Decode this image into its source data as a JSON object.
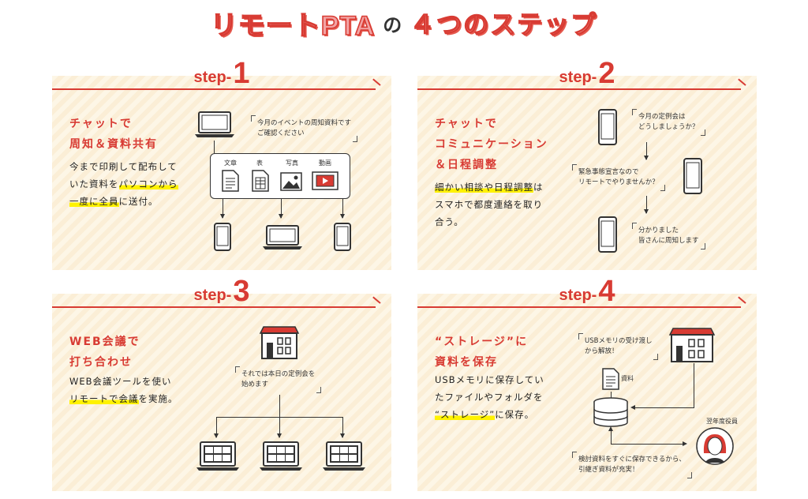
{
  "title": {
    "brand": "リモートPTA",
    "particle": "の",
    "rest": "４つのステップ"
  },
  "steps": [
    {
      "word": "step-",
      "num": "1",
      "heading": "チャットで\n周知＆資料共有",
      "body": [
        "今まで印刷して配布して",
        "いた資料を",
        "パソコンから",
        "一度に全員",
        "に送付。"
      ],
      "bubble": "今月のイベントの周知資料です\nご確認ください",
      "file_labels": [
        "文章",
        "表",
        "写真",
        "動画"
      ]
    },
    {
      "word": "step-",
      "num": "2",
      "heading": "チャットで\nコミュニケーション\n＆日程調整",
      "body": [
        "細かい相談や日程調整",
        "は",
        "スマホで都度連絡を取り",
        "合う。"
      ],
      "bubbles": [
        "今月の定例会は\nどうしましょうか？",
        "緊急事態宣言なので\nリモートでやりませんか？",
        "分かりました\n皆さんに周知します"
      ]
    },
    {
      "word": "step-",
      "num": "3",
      "heading": "WEB会議で\n打ち合わせ",
      "body": [
        "WEB会議ツールを使い",
        "リモートで会議",
        "を実施。"
      ],
      "bubble": "それでは本日の定例会を\n始めます"
    },
    {
      "word": "step-",
      "num": "4",
      "heading": "“ストレージ”に\n資料を保存",
      "body": [
        "USBメモリに保存してい",
        "たファイルやフォルダを",
        "“ストレージ”",
        "に保存。"
      ],
      "bubble_top": "USBメモリの受け渡し\nから解放！",
      "file_label": "資料",
      "person_label": "翌年度役員",
      "bubble_bottom": "検討資料をすぐに保存できるから、\n引継ぎ資料が充実！"
    }
  ],
  "colors": {
    "accent": "#d83b33",
    "highlight": "#fff200",
    "panel": "#fdf6e6"
  }
}
